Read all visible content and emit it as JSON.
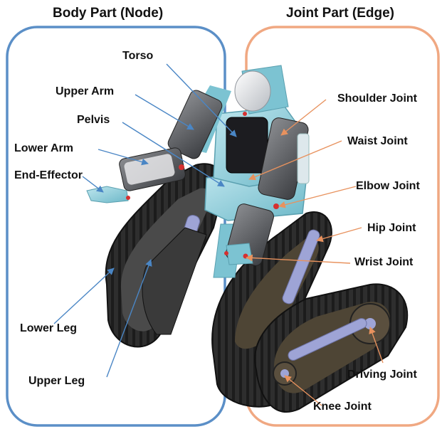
{
  "panels": {
    "left_title": "Body Part (Node)",
    "right_title": "Joint Part (Edge)"
  },
  "body_parts": {
    "torso": "Torso",
    "upper_arm": "Upper Arm",
    "pelvis": "Pelvis",
    "lower_arm": "Lower Arm",
    "end_effector": "End-Effector",
    "lower_leg": "Lower Leg",
    "upper_leg": "Upper Leg"
  },
  "joints": {
    "shoulder": "Shoulder Joint",
    "waist": "Waist Joint",
    "elbow": "Elbow Joint",
    "hip": "Hip Joint",
    "wrist": "Wrist Joint",
    "driving": "Driving Joint",
    "knee": "Knee Joint"
  },
  "colors": {
    "node_box": "#5b8fc7",
    "edge_box": "#f0a882",
    "node_arrow": "#4a86c5",
    "edge_arrow": "#e8925e"
  }
}
